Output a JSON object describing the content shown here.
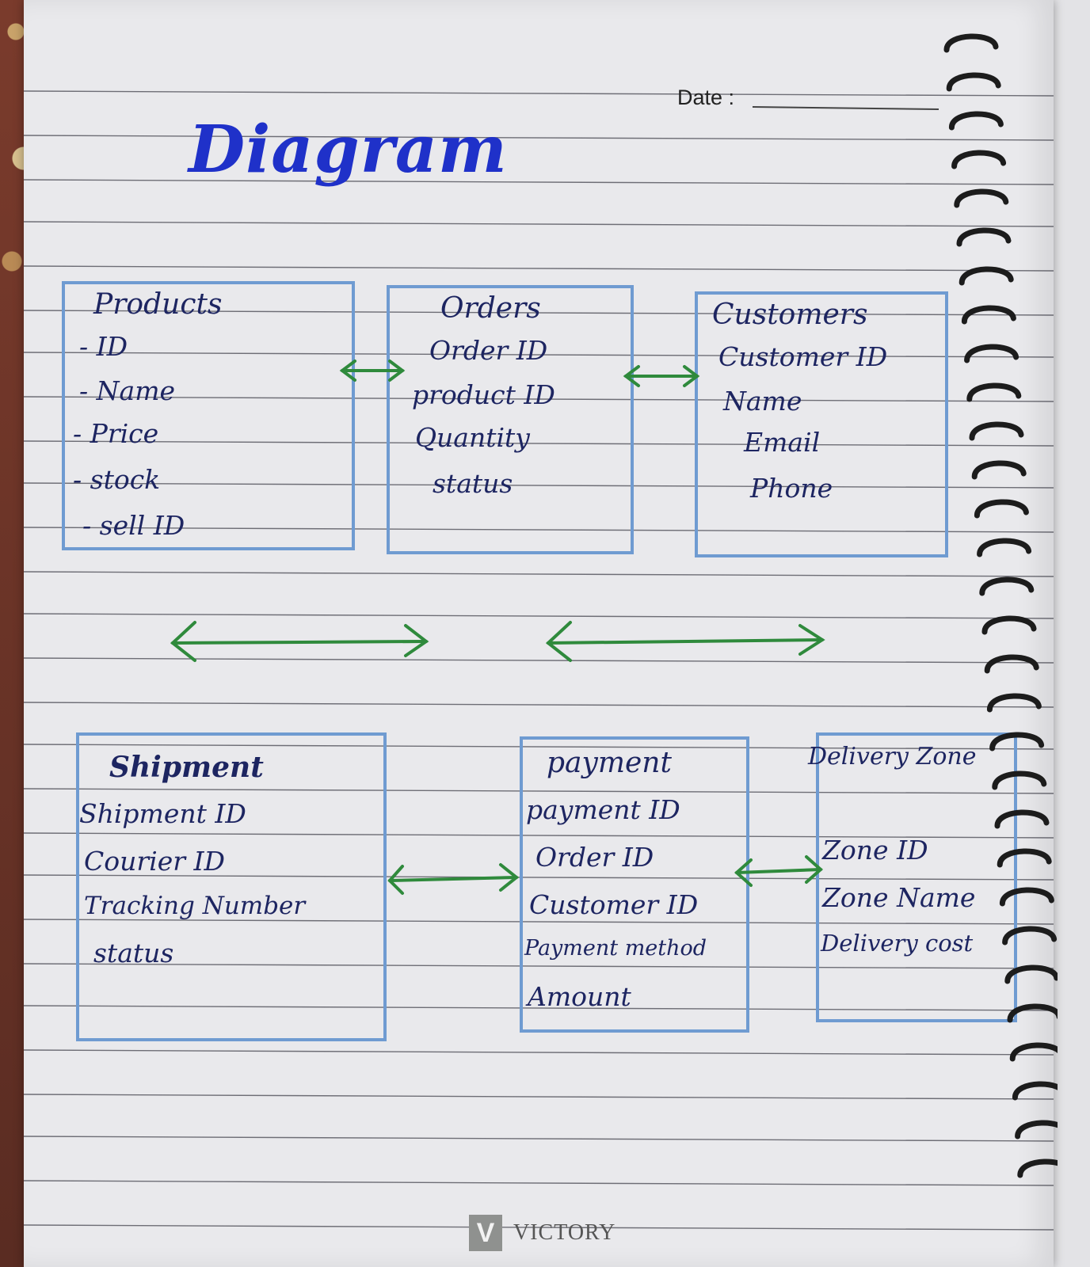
{
  "page": {
    "date_label": "Date :",
    "title": "Diagram",
    "brand": "VICTORY",
    "brand_logo_letter": "V"
  },
  "colors": {
    "box_border": "#6f9bd1",
    "arrow": "#2f8a3c",
    "ink": "#1d2561",
    "title": "#1f31c9"
  },
  "entities": {
    "products": {
      "title": "Products",
      "fields": [
        "- ID",
        "- Name",
        "- Price",
        "- stock",
        "- sell ID"
      ]
    },
    "orders": {
      "title": "Orders",
      "fields": [
        "Order ID",
        "product ID",
        "Quantity",
        "status"
      ]
    },
    "customers": {
      "title": "Customers",
      "fields": [
        "Customer ID",
        "Name",
        "Email",
        "Phone"
      ]
    },
    "shipment": {
      "title": "Shipment",
      "fields": [
        "Shipment ID",
        "Courier ID",
        "Tracking Number",
        "status"
      ]
    },
    "payment": {
      "title": "payment",
      "fields": [
        "payment ID",
        "Order ID",
        "Customer ID",
        "Payment method",
        "Amount"
      ]
    },
    "delivery_zone": {
      "title": "Delivery Zone",
      "fields": [
        "Zone ID",
        "Zone Name",
        "Delivery cost"
      ]
    }
  },
  "relations": [
    {
      "from": "products",
      "to": "orders",
      "type": "bidirectional"
    },
    {
      "from": "orders",
      "to": "customers",
      "type": "bidirectional"
    },
    {
      "from": "shipment",
      "to": "payment",
      "type": "bidirectional"
    },
    {
      "from": "payment",
      "to": "delivery_zone",
      "type": "bidirectional"
    }
  ]
}
